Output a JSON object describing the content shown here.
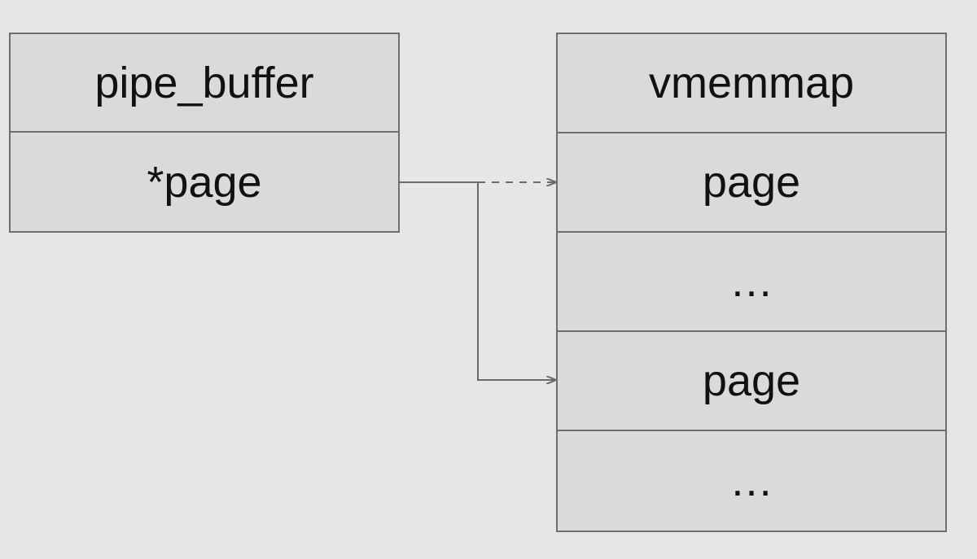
{
  "diagram": {
    "left_struct": {
      "name": "pipe_buffer",
      "fields": [
        "*page"
      ]
    },
    "right_struct": {
      "name": "vmemmap",
      "entries": [
        "page",
        "…",
        "page",
        "…"
      ]
    },
    "connections": [
      {
        "from": "*page",
        "to_entry_index": 0,
        "style": "dashed"
      },
      {
        "from": "*page",
        "to_entry_index": 2,
        "style": "solid"
      }
    ],
    "colors": {
      "background": "#e6e6e6",
      "box_fill": "#dadada",
      "border": "#6f6f6f",
      "arrow": "#6a6a6a",
      "text": "#111111"
    }
  }
}
